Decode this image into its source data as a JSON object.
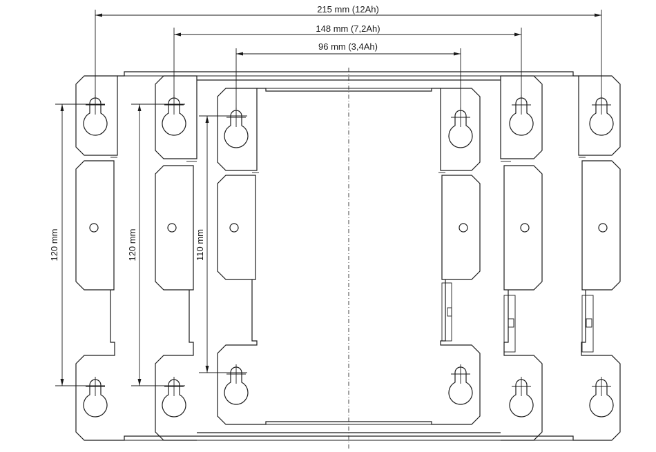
{
  "dimensions": {
    "width_12ah": "215 mm (12Ah)",
    "width_7ah": "148 mm (7,2Ah)",
    "width_3ah": "96 mm (3,4Ah)",
    "height_12ah": "120 mm",
    "height_7ah": "120 mm",
    "height_3ah": "110 mm"
  },
  "colors": {
    "line": "#1a1a1a",
    "background": "#ffffff"
  }
}
